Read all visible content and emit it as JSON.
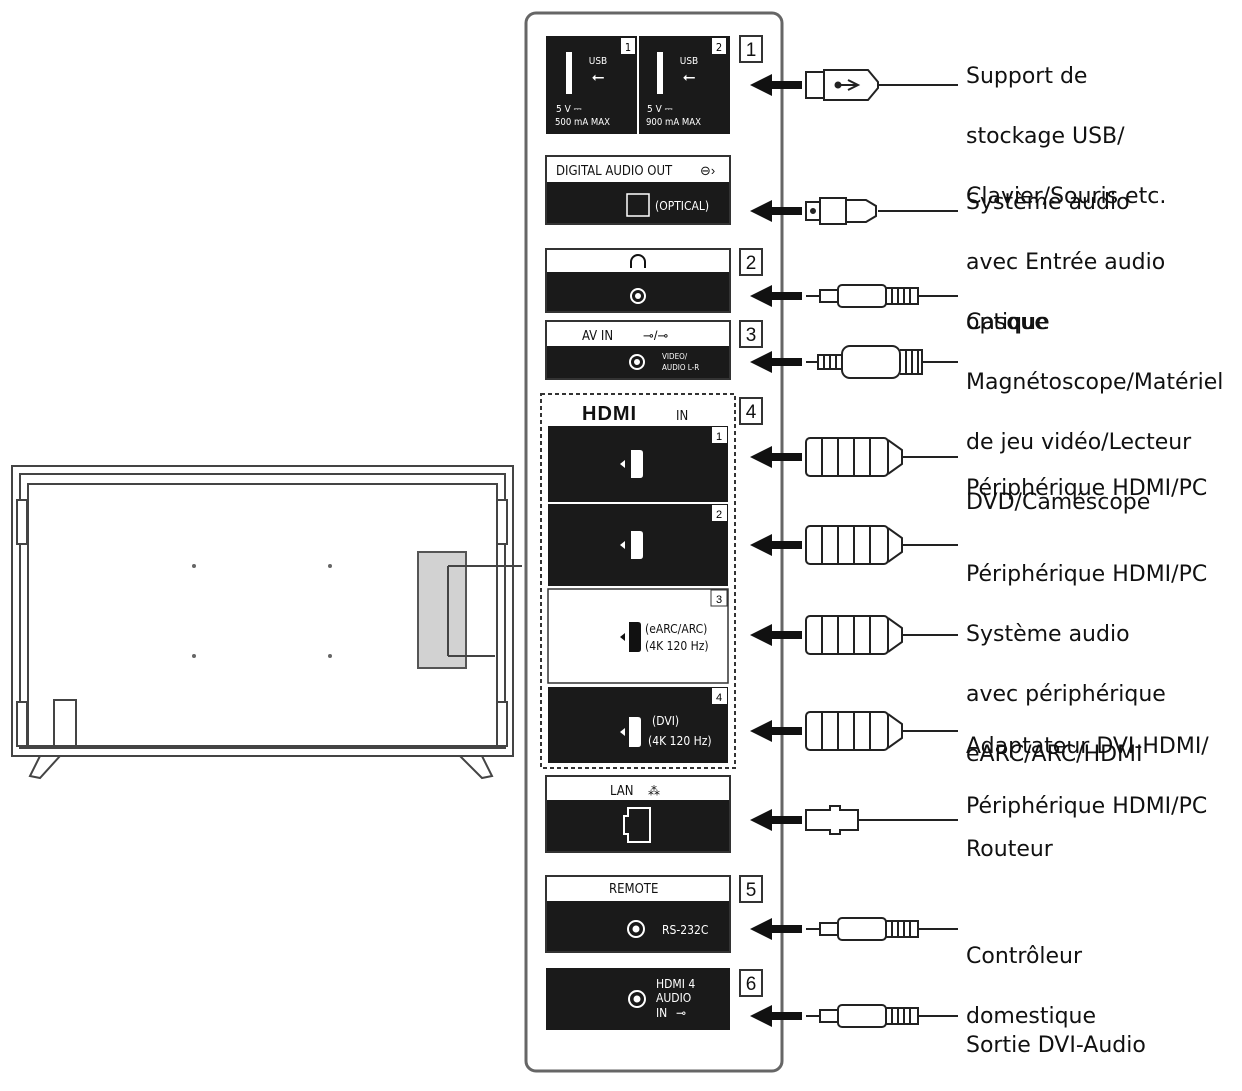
{
  "terminals": {
    "usb": {
      "num": "1",
      "ports": [
        {
          "idx": "1",
          "name": "USB",
          "rating": "5 V ⎓",
          "current": "500 mA MAX"
        },
        {
          "idx": "2",
          "name": "USB",
          "rating": "5 V ⎓",
          "current": "900 mA MAX"
        }
      ]
    },
    "optical": {
      "label": "DIGITAL AUDIO OUT",
      "sub": "(OPTICAL)"
    },
    "headphones": {
      "num": "2"
    },
    "av_in": {
      "num": "3",
      "label": "AV IN",
      "sub1": "VIDEO/",
      "sub2": "AUDIO L-R"
    },
    "hdmi": {
      "num": "4",
      "brand": "HDMI",
      "in_label": "IN",
      "ports": [
        {
          "idx": "1",
          "note1": "",
          "note2": ""
        },
        {
          "idx": "2",
          "note1": "",
          "note2": ""
        },
        {
          "idx": "3",
          "note1": "(eARC/ARC)",
          "note2": "(4K 120 Hz)"
        },
        {
          "idx": "4",
          "note1": "(DVI)",
          "note2": "(4K 120 Hz)"
        }
      ]
    },
    "lan": {
      "label": "LAN"
    },
    "remote": {
      "num": "5",
      "label": "REMOTE",
      "sub": "RS-232C"
    },
    "hdmi_audio": {
      "num": "6",
      "line1": "HDMI 4",
      "line2": "AUDIO",
      "line3": "IN"
    }
  },
  "devices": [
    {
      "lines": [
        "Support de",
        "stockage USB/",
        "Clavier/Souris etc."
      ]
    },
    {
      "lines": [
        "Système audio",
        "avec Entrée audio",
        "optique"
      ]
    },
    {
      "lines": [
        "Casque"
      ]
    },
    {
      "lines": [
        "Magnétoscope/Matériel",
        "de jeu vidéo/Lecteur",
        "DVD/Caméscope"
      ]
    },
    {
      "lines": [
        "Périphérique HDMI/PC"
      ]
    },
    {
      "lines": [
        "Périphérique HDMI/PC"
      ]
    },
    {
      "lines": [
        "Système audio",
        "avec périphérique",
        "eARC/ARC/HDMI"
      ]
    },
    {
      "lines": [
        "Adaptateur DVI-HDMI/",
        "Périphérique HDMI/PC"
      ]
    },
    {
      "lines": [
        "Routeur"
      ]
    },
    {
      "lines": [
        "Contrôleur",
        "domestique"
      ]
    },
    {
      "lines": [
        "Sortie DVI-Audio"
      ]
    }
  ]
}
